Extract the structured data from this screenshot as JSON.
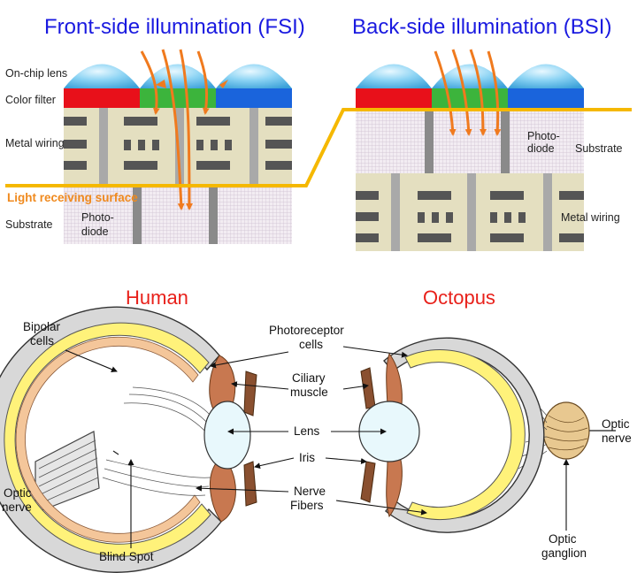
{
  "sensor": {
    "fsi_title": "Front-side illumination (FSI)",
    "bsi_title": "Back-side illumination (BSI)",
    "fsi_labels": {
      "on_chip_lens": "On-chip lens",
      "color_filter": "Color filter",
      "metal_wiring": "Metal wiring",
      "light_receiving_surface": "Light receiving surface",
      "substrate": "Substrate",
      "photodiode_line1": "Photo-",
      "photodiode_line2": "diode"
    },
    "bsi_labels": {
      "photodiode_line1": "Photo-",
      "photodiode_line2": "diode",
      "substrate": "Substrate",
      "metal_wiring": "Metal wiring"
    }
  },
  "eyes": {
    "human_title": "Human",
    "octopus_title": "Octopus",
    "labels": {
      "bipolar_line1": "Bipolar",
      "bipolar_line2": "cells",
      "photoreceptor_line1": "Photoreceptor",
      "photoreceptor_line2": "cells",
      "ciliary_line1": "Ciliary",
      "ciliary_line2": "muscle",
      "lens": "Lens",
      "iris": "Iris",
      "nerve_line1": "Nerve",
      "nerve_line2": "Fibers",
      "optic_nerve_left_line1": "Optic",
      "optic_nerve_left_line2": "nerve",
      "blind_spot": "Blind Spot",
      "optic_nerve_right_line1": "Optic",
      "optic_nerve_right_line2": "nerve",
      "optic_ganglion_line1": "Optic",
      "optic_ganglion_line2": "ganglion"
    }
  },
  "colors": {
    "title_blue": "#1a1ae0",
    "title_red": "#e8201a",
    "light_orange": "#f07a1e",
    "surface_yellow": "#f5b800",
    "lens_blue": "#6ec8f0",
    "filter_red": "#e8101a",
    "filter_green": "#3cb43c",
    "filter_blue": "#1a64dc",
    "wiring_bg": "#e4dfc0",
    "eye_brown": "#c87850",
    "retina_yellow": "#fff27a"
  }
}
